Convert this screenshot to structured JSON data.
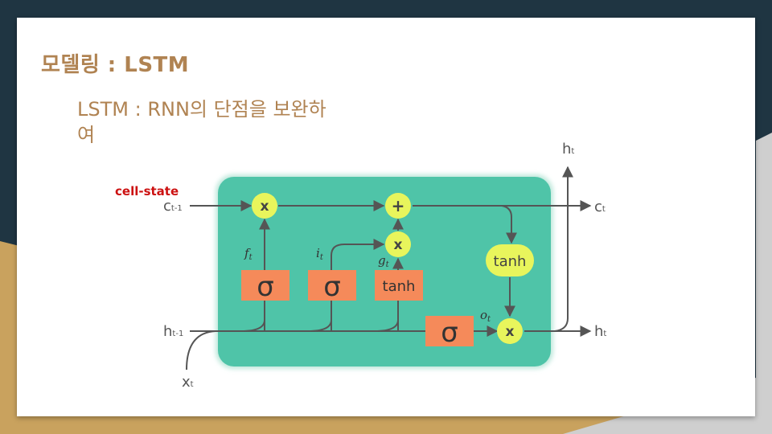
{
  "slide": {
    "title": "모델링 : LSTM",
    "subtitle": "LSTM : RNN의 단점을 보완하여"
  },
  "diagram": {
    "cell_state_label": "cell-state",
    "labels": {
      "c_prev_main": "c",
      "c_prev_sub": "t-1",
      "h_prev_main": "h",
      "h_prev_sub": "t-1",
      "x_main": "x",
      "x_sub": "t",
      "h_top_main": "h",
      "h_top_sub": "t",
      "c_out_main": "c",
      "c_out_sub": "t",
      "h_out_main": "h",
      "h_out_sub": "t",
      "ft_main": "f",
      "ft_sub": "t",
      "it_main": "i",
      "it_sub": "t",
      "gt_main": "g",
      "gt_sub": "t",
      "ot_main": "o",
      "ot_sub": "t"
    },
    "ops": {
      "forget_mult": "x",
      "input_mult": "x",
      "output_mult": "x",
      "add": "+",
      "tanh_cell": "tanh"
    },
    "gates": {
      "forget": "σ",
      "input": "σ",
      "candidate": "tanh",
      "output": "σ"
    },
    "colors": {
      "cell_box": "#4fc4a8",
      "gate": "#f58a5a",
      "op": "#e8f55c",
      "arrow": "#555555",
      "cell_state_label": "#cc1111",
      "title": "#b08352"
    }
  }
}
